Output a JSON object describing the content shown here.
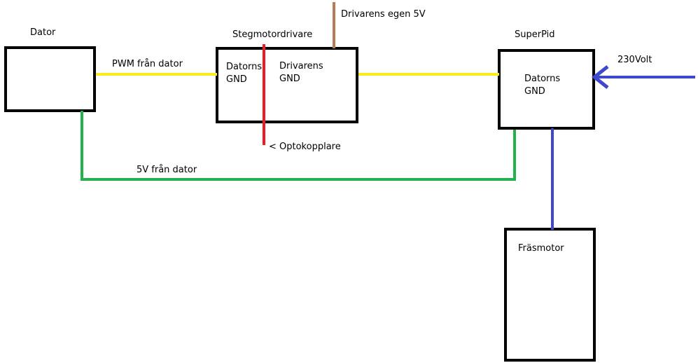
{
  "labels": {
    "dator": "Dator",
    "stegmotordrivare": "Stegmotordrivare",
    "superpid": "SuperPid",
    "frasmotor": "Fräsmotor",
    "pwm": "PWM från dator",
    "fem_v_dator": "5V från dator",
    "drivarens_egen_5v": "Drivarens egen 5V",
    "optokopplare": "< Optokopplare",
    "volt230": "230Volt",
    "step_datorns": "Datorns",
    "step_datorns_gnd": "GND",
    "step_drivarens": "Drivarens",
    "step_drivarens_gnd": "GND",
    "sp_datorns": "Datorns",
    "sp_gnd": "GND"
  },
  "colors": {
    "box_stroke": "#000000",
    "pwm_wire": "#f7ee1b",
    "five_v_wire": "#22b14c",
    "opto_wire": "#ed1c24",
    "driver_5v_wire": "#b97a57",
    "power_wire": "#3f48cc"
  }
}
